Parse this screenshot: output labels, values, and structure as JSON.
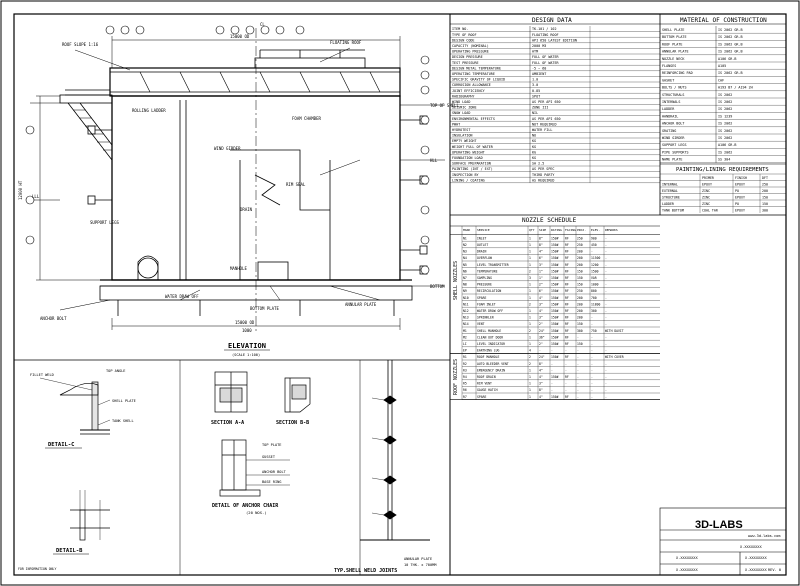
{
  "sheet": {
    "elevation_title": "ELEVATION",
    "elevation_scale": "(SCALE 1:100)",
    "detail_c": "DETAIL-C",
    "detail_b": "DETAIL-B",
    "section_a": "SECTION A-A",
    "section_b": "SECTION B-B",
    "anchor_chair_title": "DETAIL OF ANCHOR CHAIR",
    "anchor_chair_scale": "(20 NOS.)",
    "weld_joints_title": "TYP.SHELL WELD JOINTS",
    "weld_joint_note_1": "ANNULAR PLATE",
    "weld_joint_note_2": "10 THK. x 700MM",
    "bottom_left_note": "FOR INFORMATION ONLY",
    "labels": {
      "roof_slope": "ROOF SLOPE 1:16",
      "floating_roof": "FLOATING ROOF",
      "ladder": "ROLLING LADDER",
      "foam_chamber": "FOAM CHAMBER",
      "wind_girder": "WIND GIRDER",
      "rim_seal": "RIM SEAL",
      "tank_shell": "TANK SHELL",
      "bottom_plate": "BOTTOM PLATE",
      "annular_plate": "ANNULAR PLATE",
      "fillet_weld": "FILLET WELD",
      "anchor_bolt": "ANCHOR BOLT",
      "support_legs": "SUPPORT LEGS",
      "drain": "DRAIN",
      "manhole": "MANHOLE",
      "water_draw_off": "WATER DRAW OFF",
      "top_angle": "TOP ANGLE",
      "shell_plate": "SHELL PLATE",
      "base_ring": "BASE RING",
      "top_plate": "TOP PLATE",
      "gusset": "GUSSET"
    },
    "levels": [
      "TOP OF SHELL",
      "HLL",
      "LLL",
      "CL",
      "BOTTOM"
    ],
    "dims": [
      "15000 OD",
      "12000 HT",
      "1000"
    ]
  },
  "design_data": {
    "title": "DESIGN DATA",
    "rows": [
      [
        "ITEM NO.",
        "TK-101 / 102"
      ],
      [
        "TYPE OF ROOF",
        "FLOATING ROOF"
      ],
      [
        "DESIGN CODE",
        "API 650 LATEST EDITION"
      ],
      [
        "CAPACITY (NOMINAL)",
        "2000 M3"
      ],
      [
        "OPERATING PRESSURE",
        "ATM"
      ],
      [
        "DESIGN PRESSURE",
        "FULL OF WATER"
      ],
      [
        "TEST PRESSURE",
        "FULL OF WATER"
      ],
      [
        "DESIGN METAL TEMPERATURE",
        "-5 ~ 60"
      ],
      [
        "OPERATING TEMPERATURE",
        "AMBIENT"
      ],
      [
        "SPECIFIC GRAVITY OF LIQUID",
        "1.0"
      ],
      [
        "CORROSION ALLOWANCE",
        "3.0"
      ],
      [
        "JOINT EFFICIENCY",
        "0.85"
      ],
      [
        "RADIOGRAPHY",
        "SPOT"
      ],
      [
        "WIND LOAD",
        "AS PER API 650"
      ],
      [
        "SEISMIC ZONE",
        "ZONE III"
      ],
      [
        "SNOW LOAD",
        "NIL"
      ],
      [
        "ENVIRONMENTAL EFFECTS",
        "AS PER API 650"
      ],
      [
        "PWHT",
        "NOT REQUIRED"
      ],
      [
        "HYDROTEST",
        "WATER FILL"
      ],
      [
        "INSULATION",
        "NO"
      ],
      [
        "EMPTY WEIGHT",
        "KG"
      ],
      [
        "WEIGHT FULL OF WATER",
        "KG"
      ],
      [
        "OPERATING WEIGHT",
        "KG"
      ],
      [
        "FOUNDATION LOAD",
        "KG"
      ],
      [
        "SURFACE PREPARATION",
        "SA 2.5"
      ],
      [
        "PAINTING (INT / EXT)",
        "AS PER SPEC"
      ],
      [
        "INSPECTION BY",
        "THIRD PARTY"
      ],
      [
        "LINING / COATING",
        "AS REQUIRED"
      ]
    ]
  },
  "material": {
    "title": "MATERIAL OF CONSTRUCTION",
    "rows": [
      [
        "SHELL PLATE",
        "IS 2062 GR.B"
      ],
      [
        "BOTTOM PLATE",
        "IS 2062 GR.B"
      ],
      [
        "ROOF PLATE",
        "IS 2062 GR.B"
      ],
      [
        "ANNULAR PLATE",
        "IS 2062 GR.B"
      ],
      [
        "NOZZLE NECK",
        "A106 GR.B"
      ],
      [
        "FLANGES",
        "A105"
      ],
      [
        "REINFORCING PAD",
        "IS 2062 GR.B"
      ],
      [
        "GASKET",
        "CAF"
      ],
      [
        "BOLTS / NUTS",
        "A193 B7 / A194 2H"
      ],
      [
        "STRUCTURALS",
        "IS 2062"
      ],
      [
        "INTERNALS",
        "IS 2062"
      ],
      [
        "LADDER",
        "IS 2062"
      ],
      [
        "HANDRAIL",
        "IS 1239"
      ],
      [
        "ANCHOR BOLT",
        "IS 2062"
      ],
      [
        "GRATING",
        "IS 2062"
      ],
      [
        "WIND GIRDER",
        "IS 2062"
      ],
      [
        "SUPPORT LEGS",
        "A106 GR.B"
      ],
      [
        "PIPE SUPPORTS",
        "IS 2062"
      ],
      [
        "NAME PLATE",
        "SS 304"
      ]
    ]
  },
  "painting": {
    "title": "PAINTING/LINING REQUIREMENTS",
    "headers": [
      "",
      "PRIMER",
      "FINISH",
      "DFT"
    ],
    "rows": [
      [
        "INTERNAL",
        "EPOXY",
        "EPOXY",
        "250"
      ],
      [
        "EXTERNAL",
        "ZINC",
        "PU",
        "200"
      ],
      [
        "STRUCTURE",
        "ZINC",
        "EPOXY",
        "150"
      ],
      [
        "LADDER",
        "ZINC",
        "PU",
        "150"
      ],
      [
        "TANK BOTTOM",
        "COAL TAR",
        "EPOXY",
        "300"
      ]
    ]
  },
  "nozzle": {
    "title": "NOZZLE SCHEDULE",
    "headers": [
      "MARK",
      "SERVICE",
      "QTY",
      "SIZE",
      "RATING",
      "FACING",
      "PROJ.",
      "ELEV.",
      "REMARKS"
    ],
    "shell_label": "SHELL NOZZLES",
    "roof_label": "ROOF NOZZLES",
    "shell_rows": [
      [
        "N1",
        "INLET",
        "1",
        "8\"",
        "150#",
        "RF",
        "250",
        "900",
        "-"
      ],
      [
        "N2",
        "OUTLET",
        "1",
        "8\"",
        "150#",
        "RF",
        "250",
        "450",
        "-"
      ],
      [
        "N3",
        "DRAIN",
        "1",
        "4\"",
        "150#",
        "RF",
        "200",
        "-",
        "-"
      ],
      [
        "N4",
        "OVERFLOW",
        "1",
        "6\"",
        "150#",
        "RF",
        "200",
        "11500",
        "-"
      ],
      [
        "N5",
        "LEVEL TRANSMITTER",
        "1",
        "3\"",
        "150#",
        "RF",
        "200",
        "1200",
        "-"
      ],
      [
        "N6",
        "TEMPERATURE",
        "2",
        "1\"",
        "150#",
        "RF",
        "150",
        "1500",
        "-"
      ],
      [
        "N7",
        "SAMPLING",
        "3",
        "1\"",
        "150#",
        "RF",
        "150",
        "VAR",
        "-"
      ],
      [
        "N8",
        "PRESSURE",
        "1",
        "2\"",
        "150#",
        "RF",
        "150",
        "1000",
        "-"
      ],
      [
        "N9",
        "RECIRCULATION",
        "1",
        "6\"",
        "150#",
        "RF",
        "250",
        "800",
        "-"
      ],
      [
        "N10",
        "SPARE",
        "1",
        "4\"",
        "150#",
        "RF",
        "200",
        "700",
        "-"
      ],
      [
        "N11",
        "FOAM INLET",
        "2",
        "3\"",
        "150#",
        "RF",
        "200",
        "11800",
        "-"
      ],
      [
        "N12",
        "WATER DRAW OFF",
        "1",
        "4\"",
        "150#",
        "RF",
        "200",
        "300",
        "-"
      ],
      [
        "N13",
        "SPRINKLER",
        "1",
        "3\"",
        "150#",
        "RF",
        "200",
        "-",
        "-"
      ],
      [
        "N14",
        "VENT",
        "1",
        "2\"",
        "150#",
        "RF",
        "150",
        "-",
        "-"
      ],
      [
        "M1",
        "SHELL MANHOLE",
        "2",
        "24\"",
        "150#",
        "RF",
        "300",
        "750",
        "WITH DAVIT"
      ],
      [
        "M2",
        "CLEAN OUT DOOR",
        "1",
        "36\"",
        "150#",
        "RF",
        "-",
        "-",
        "-"
      ],
      [
        "LI",
        "LEVEL INDICATOR",
        "1",
        "2\"",
        "150#",
        "RF",
        "150",
        "-",
        "-"
      ],
      [
        "EP",
        "EARTHING LUG",
        "4",
        "-",
        "-",
        "-",
        "-",
        "-",
        "-"
      ]
    ],
    "roof_rows": [
      [
        "R1",
        "ROOF MANHOLE",
        "2",
        "24\"",
        "150#",
        "RF",
        "-",
        "-",
        "WITH COVER"
      ],
      [
        "R2",
        "AUTO BLEEDER VENT",
        "2",
        "8\"",
        "-",
        "-",
        "-",
        "-",
        "-"
      ],
      [
        "R3",
        "EMERGENCY DRAIN",
        "1",
        "4\"",
        "-",
        "-",
        "-",
        "-",
        "-"
      ],
      [
        "R4",
        "ROOF DRAIN",
        "1",
        "4\"",
        "150#",
        "RF",
        "-",
        "-",
        "-"
      ],
      [
        "R5",
        "RIM VENT",
        "1",
        "3\"",
        "-",
        "-",
        "-",
        "-",
        "-"
      ],
      [
        "R6",
        "GAUGE HATCH",
        "1",
        "8\"",
        "-",
        "-",
        "-",
        "-",
        "-"
      ],
      [
        "R7",
        "SPARE",
        "1",
        "4\"",
        "150#",
        "RF",
        "-",
        "-",
        "-"
      ]
    ]
  },
  "title_block": {
    "logo": "3D-LABS",
    "site": "www.3d-labs.com",
    "line1": "X.XXXXXXXX",
    "line2": "X.XXXXXXXX",
    "line3": "X.XXXXXXXX",
    "line4": "X.XXXXXXXX",
    "line5": "X.XXXXXXXX",
    "rev": "REV. 0"
  }
}
